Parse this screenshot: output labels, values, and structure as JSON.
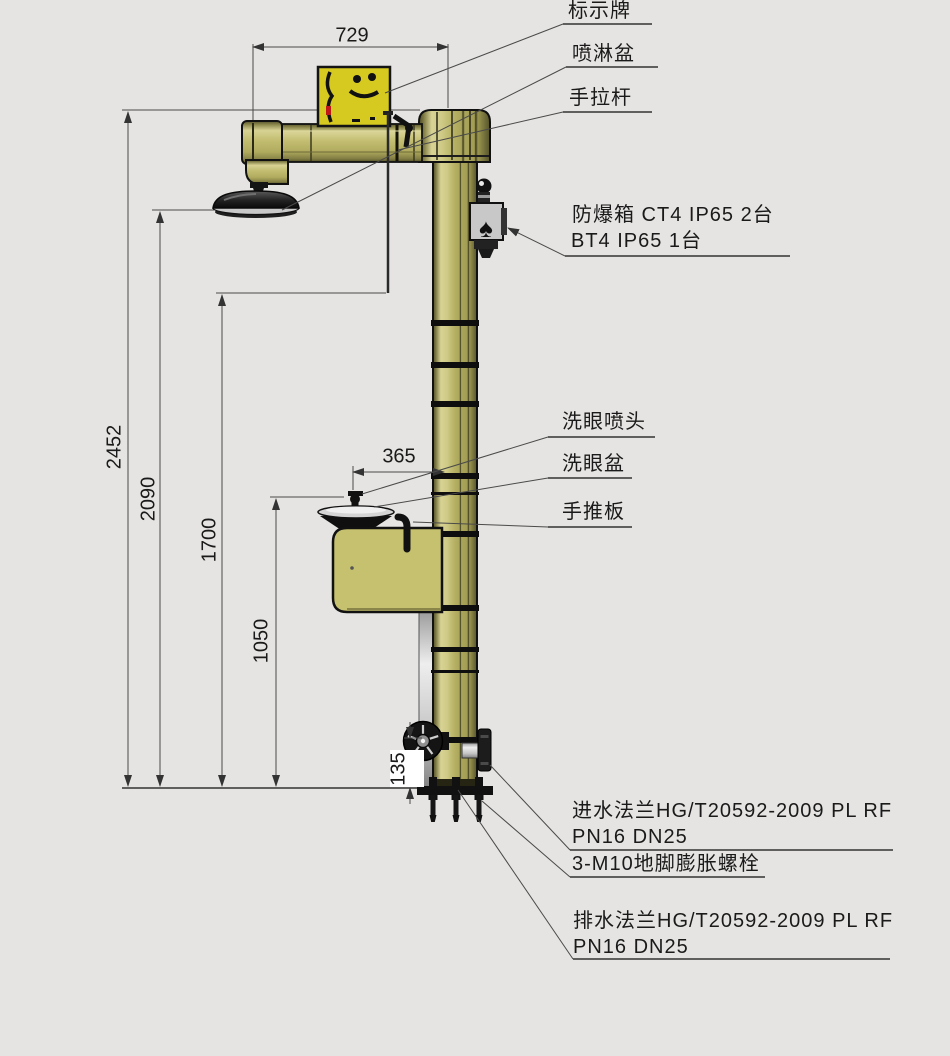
{
  "page": {
    "background": "#e5e4e2"
  },
  "colors": {
    "equipment_khaki": "#b6b163",
    "equipment_khaki_light": "#d8d394",
    "equipment_khaki_dark": "#55522c",
    "sign_plate_yellow": "#d6c91f",
    "metal_gray": "#c8c8c8",
    "silver_pipe": "#d8d8d8",
    "drawing_line": "#4a4a4a",
    "text": "#1a1a1a",
    "warning_red": "#c01818"
  },
  "icons": {
    "valve_handle": "♠"
  },
  "part_labels": {
    "sign_plate": "标示牌",
    "shower_basin": "喷淋盆",
    "pull_rod": "手拉杆",
    "explosion_proof_box_line1": "防爆箱 CT4 IP65 2台",
    "explosion_proof_box_line2": "BT4 IP65 1台",
    "eyewash_nozzle": "洗眼喷头",
    "eyewash_basin": "洗眼盆",
    "push_plate": "手推板",
    "inlet_flange_line1": "进水法兰HG/T20592-2009 PL RF",
    "inlet_flange_line2": "PN16 DN25",
    "anchor_bolts": "3-M10地脚膨胀螺栓",
    "drain_flange_line1": "排水法兰HG/T20592-2009 PL RF",
    "drain_flange_line2": "PN16 DN25"
  },
  "dimensions_mm": {
    "arm_reach": "729",
    "overall_height": "2452",
    "shower_head_height": "2090",
    "pull_rod_height": "1700",
    "eyewash_height": "1050",
    "eyewash_reach": "365",
    "inlet_height": "135"
  }
}
